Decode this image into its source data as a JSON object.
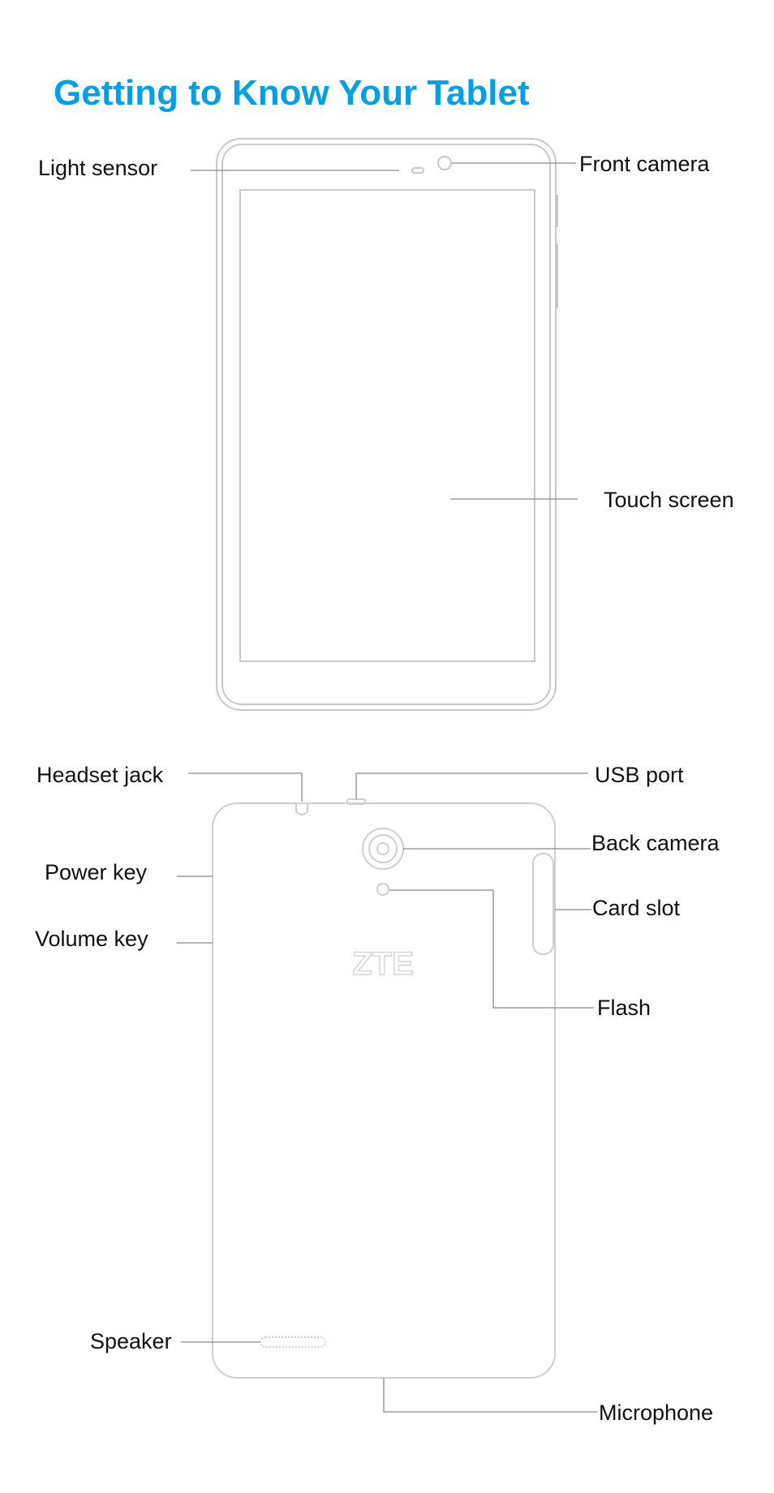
{
  "title": "Getting to Know Your Tablet",
  "colors": {
    "title": "#00a0e6",
    "outline": "#c8c8c8",
    "leader": "#8a8a8a"
  },
  "front_view": {
    "labels": {
      "light_sensor": "Light sensor",
      "front_camera": "Front camera",
      "touch_screen": "Touch screen"
    }
  },
  "back_view": {
    "brand": "ZTE",
    "labels": {
      "headset_jack": "Headset jack",
      "usb_port": "USB port",
      "back_camera": "Back camera",
      "power_key": "Power key",
      "card_slot": "Card slot",
      "volume_key": "Volume key",
      "flash": "Flash",
      "speaker": "Speaker",
      "microphone": "Microphone"
    }
  }
}
